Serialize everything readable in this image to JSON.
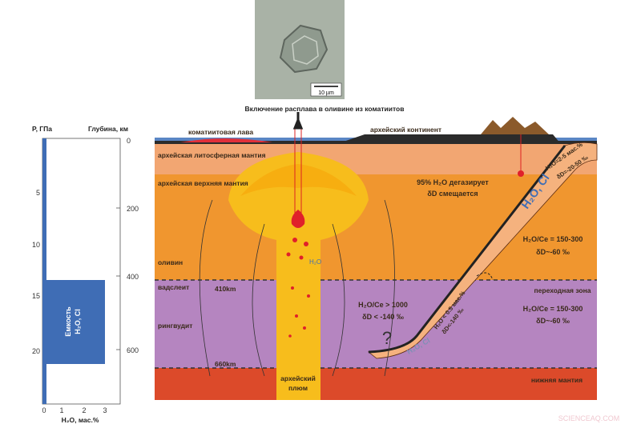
{
  "photo": {
    "scale_label": "10 µm",
    "caption": "Включение расплава в оливине из коматиитов"
  },
  "capacity_plot": {
    "left_axis_title": "P, ГПа",
    "right_axis_title": "Глубина, км",
    "x_axis_title": "H₂O, мас.%",
    "pressure_ticks": [
      "5",
      "10",
      "15",
      "20"
    ],
    "depth_ticks": [
      "0",
      "200",
      "400",
      "600"
    ],
    "x_ticks": [
      "0",
      "1",
      "2",
      "3"
    ],
    "bar_label_line1": "Емкость",
    "bar_label_line2": "H₂O, Cl",
    "bar_color": "#3f6db5"
  },
  "section": {
    "komatiite_lava": "коматиитовая лава",
    "archean_continent": "архейский континент",
    "lithospheric_mantle": "архейская литосферная мантия",
    "upper_mantle": "архейская верхняя мантия",
    "olivine": "оливин",
    "wadsleyite": "вадслеит",
    "ringwoodite": "рингвудит",
    "km410": "410km",
    "km660": "660km",
    "plume_line1": "архейский",
    "plume_line2": "плюм",
    "plume_h2o": "H₂O",
    "degas_line1": "95% H₂O дегазирует",
    "degas_line2": "δD смещается",
    "slab_top_h2o": "H₂O=2-5 мас.%",
    "slab_top_dd": "δD=-20-50 ‰",
    "slab_top_fluid": "H₂O, Cl",
    "upper_ratio": "H₂O/Ce = 150-300",
    "upper_dd": "δD~-60 ‰",
    "transition_zone": "переходная зона",
    "tz_ratio": "H₂O/Ce = 150-300",
    "tz_dd": "δD~-60 ‰",
    "deep_ratio": "H₂O/Ce > 1000",
    "deep_dd": "δD < -140 ‰",
    "question": "?",
    "slab_deep_h2o": "H₂O < 0.5 мас.%",
    "slab_deep_dd": "δD<-140 ‰",
    "slab_deep_fluid": "H₂O, Cl",
    "lower_mantle": "нижняя мантия",
    "colors": {
      "lithosphere": "#f2a672",
      "upper_mantle": "#f0962f",
      "transition_zone": "#b585c0",
      "lower_mantle": "#dc4a2a",
      "plume": "#f7bd1c",
      "crust": "#2b2b2b"
    }
  },
  "watermark": "SCIENCEAQ.COM"
}
